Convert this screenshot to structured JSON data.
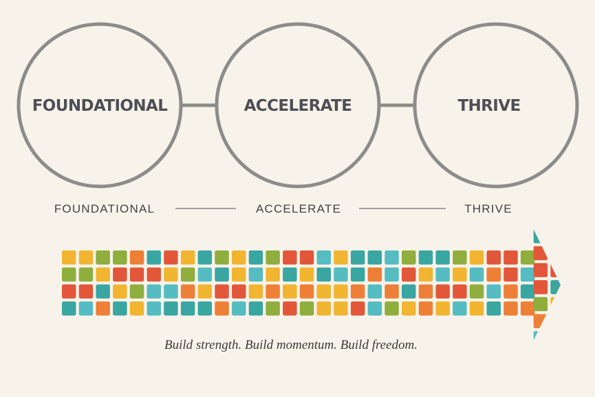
{
  "circles": [
    {
      "label": "FOUNDATIONAL"
    },
    {
      "label": "ACCELERATE"
    },
    {
      "label": "THRIVE"
    }
  ],
  "timeline": {
    "labels": [
      "FOUNDATIONAL",
      "ACCELERATE",
      "THRIVE"
    ]
  },
  "arrow": {
    "palette": [
      "#e2573a",
      "#3aa6a2",
      "#f1b531",
      "#8fae3d",
      "#ee7f36",
      "#55bcc2"
    ]
  },
  "tagline": "Build strength. Build momentum. Build freedom.",
  "colors": {
    "background": "#f8f3ea",
    "circle_stroke": "#8c8c8a",
    "text": "#4d4f55"
  }
}
